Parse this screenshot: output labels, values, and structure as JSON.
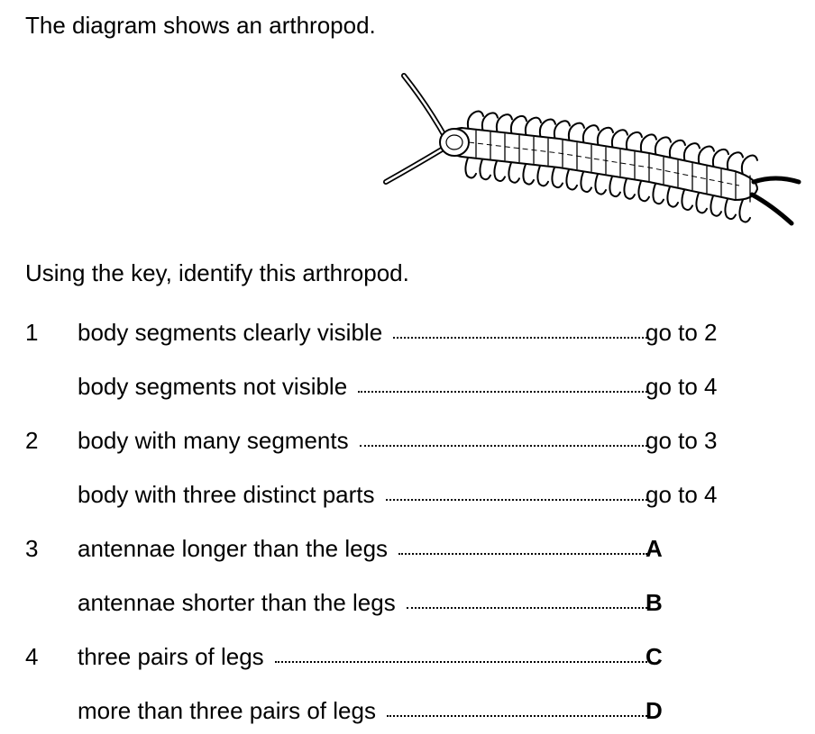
{
  "intro": "The diagram shows an arthropod.",
  "instruction": "Using the key, identify this arthropod.",
  "key": [
    {
      "number": "1",
      "text": "body segments clearly visible",
      "result": "go to 2",
      "bold": false
    },
    {
      "number": "",
      "text": "body segments not visible",
      "result": "go to 4",
      "bold": false
    },
    {
      "number": "2",
      "text": "body with many segments",
      "result": "go to 3",
      "bold": false
    },
    {
      "number": "",
      "text": "body with three distinct parts",
      "result": "go to 4",
      "bold": false
    },
    {
      "number": "3",
      "text": "antennae longer than the legs",
      "result": "A",
      "bold": true
    },
    {
      "number": "",
      "text": "antennae shorter than the legs",
      "result": "B",
      "bold": true
    },
    {
      "number": "4",
      "text": "three pairs of legs",
      "result": "C",
      "bold": true
    },
    {
      "number": "",
      "text": "more than three pairs of legs",
      "result": "D",
      "bold": true
    }
  ]
}
